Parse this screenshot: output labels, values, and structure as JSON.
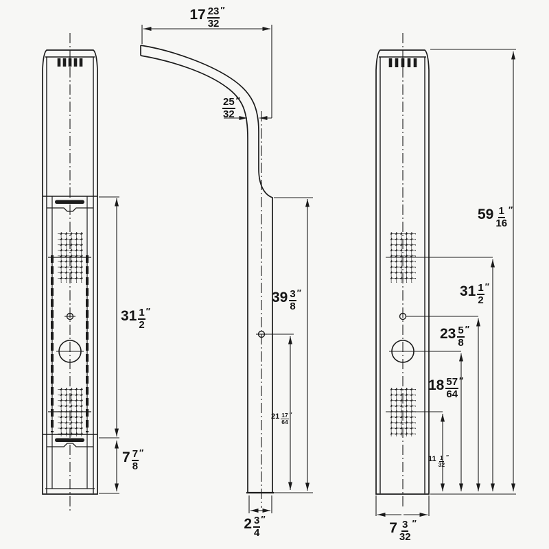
{
  "colors": {
    "background": "#f7f7f5",
    "line": "#1b1b1b"
  },
  "dimensions": {
    "side": {
      "arm_reach": {
        "whole": "17",
        "num": "23",
        "den": "32",
        "unit": "″"
      },
      "pipe_offset": {
        "whole": "",
        "num": "25",
        "den": "32",
        "unit": "″"
      },
      "panel_face_height": {
        "whole": "39",
        "num": "3",
        "den": "8",
        "unit": "″"
      },
      "outlet_height": {
        "whole": "21",
        "num": "17",
        "den": "64",
        "unit": "″"
      },
      "panel_depth": {
        "whole": "2",
        "num": "3",
        "den": "4",
        "unit": "″"
      }
    },
    "left": {
      "body_section_height": {
        "whole": "31",
        "num": "1",
        "den": "2",
        "unit": "″"
      },
      "base_height": {
        "whole": "7",
        "num": "7",
        "den": "8",
        "unit": "″"
      }
    },
    "right": {
      "total_height": {
        "whole": "59",
        "num": "1",
        "den": "16",
        "unit": "″"
      },
      "upper_jet_height": {
        "whole": "31",
        "num": "1",
        "den": "2",
        "unit": "″"
      },
      "outlet_height": {
        "whole": "23",
        "num": "5",
        "den": "8",
        "unit": "″"
      },
      "diverter_height": {
        "whole": "18",
        "num": "57",
        "den": "64",
        "unit": "″"
      },
      "lower_jet_height": {
        "whole": "11",
        "num": "1",
        "den": "32",
        "unit": "″"
      },
      "panel_width": {
        "whole": "7",
        "num": "3",
        "den": "32",
        "unit": "″"
      }
    }
  }
}
